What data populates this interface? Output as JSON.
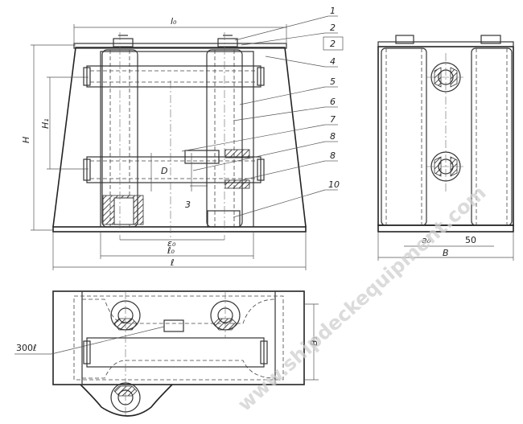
{
  "watermark": "www.shipdeckequipment.com",
  "dimensions": {
    "top_width": "l₀",
    "overall_height": "H",
    "inner_height": "H₁",
    "diameter": "D",
    "small_dim": "3",
    "e0": "ε₀",
    "l0_bottom": "ℓ₀",
    "base_length": "ℓ",
    "side_a0": "a₀",
    "side_50": "50",
    "side_B": "B",
    "plan_B1": "B₁",
    "plan_300": "300ℓ"
  },
  "callouts": [
    "1",
    "2",
    "2",
    "4",
    "5",
    "6",
    "7",
    "8",
    "8",
    "10"
  ]
}
